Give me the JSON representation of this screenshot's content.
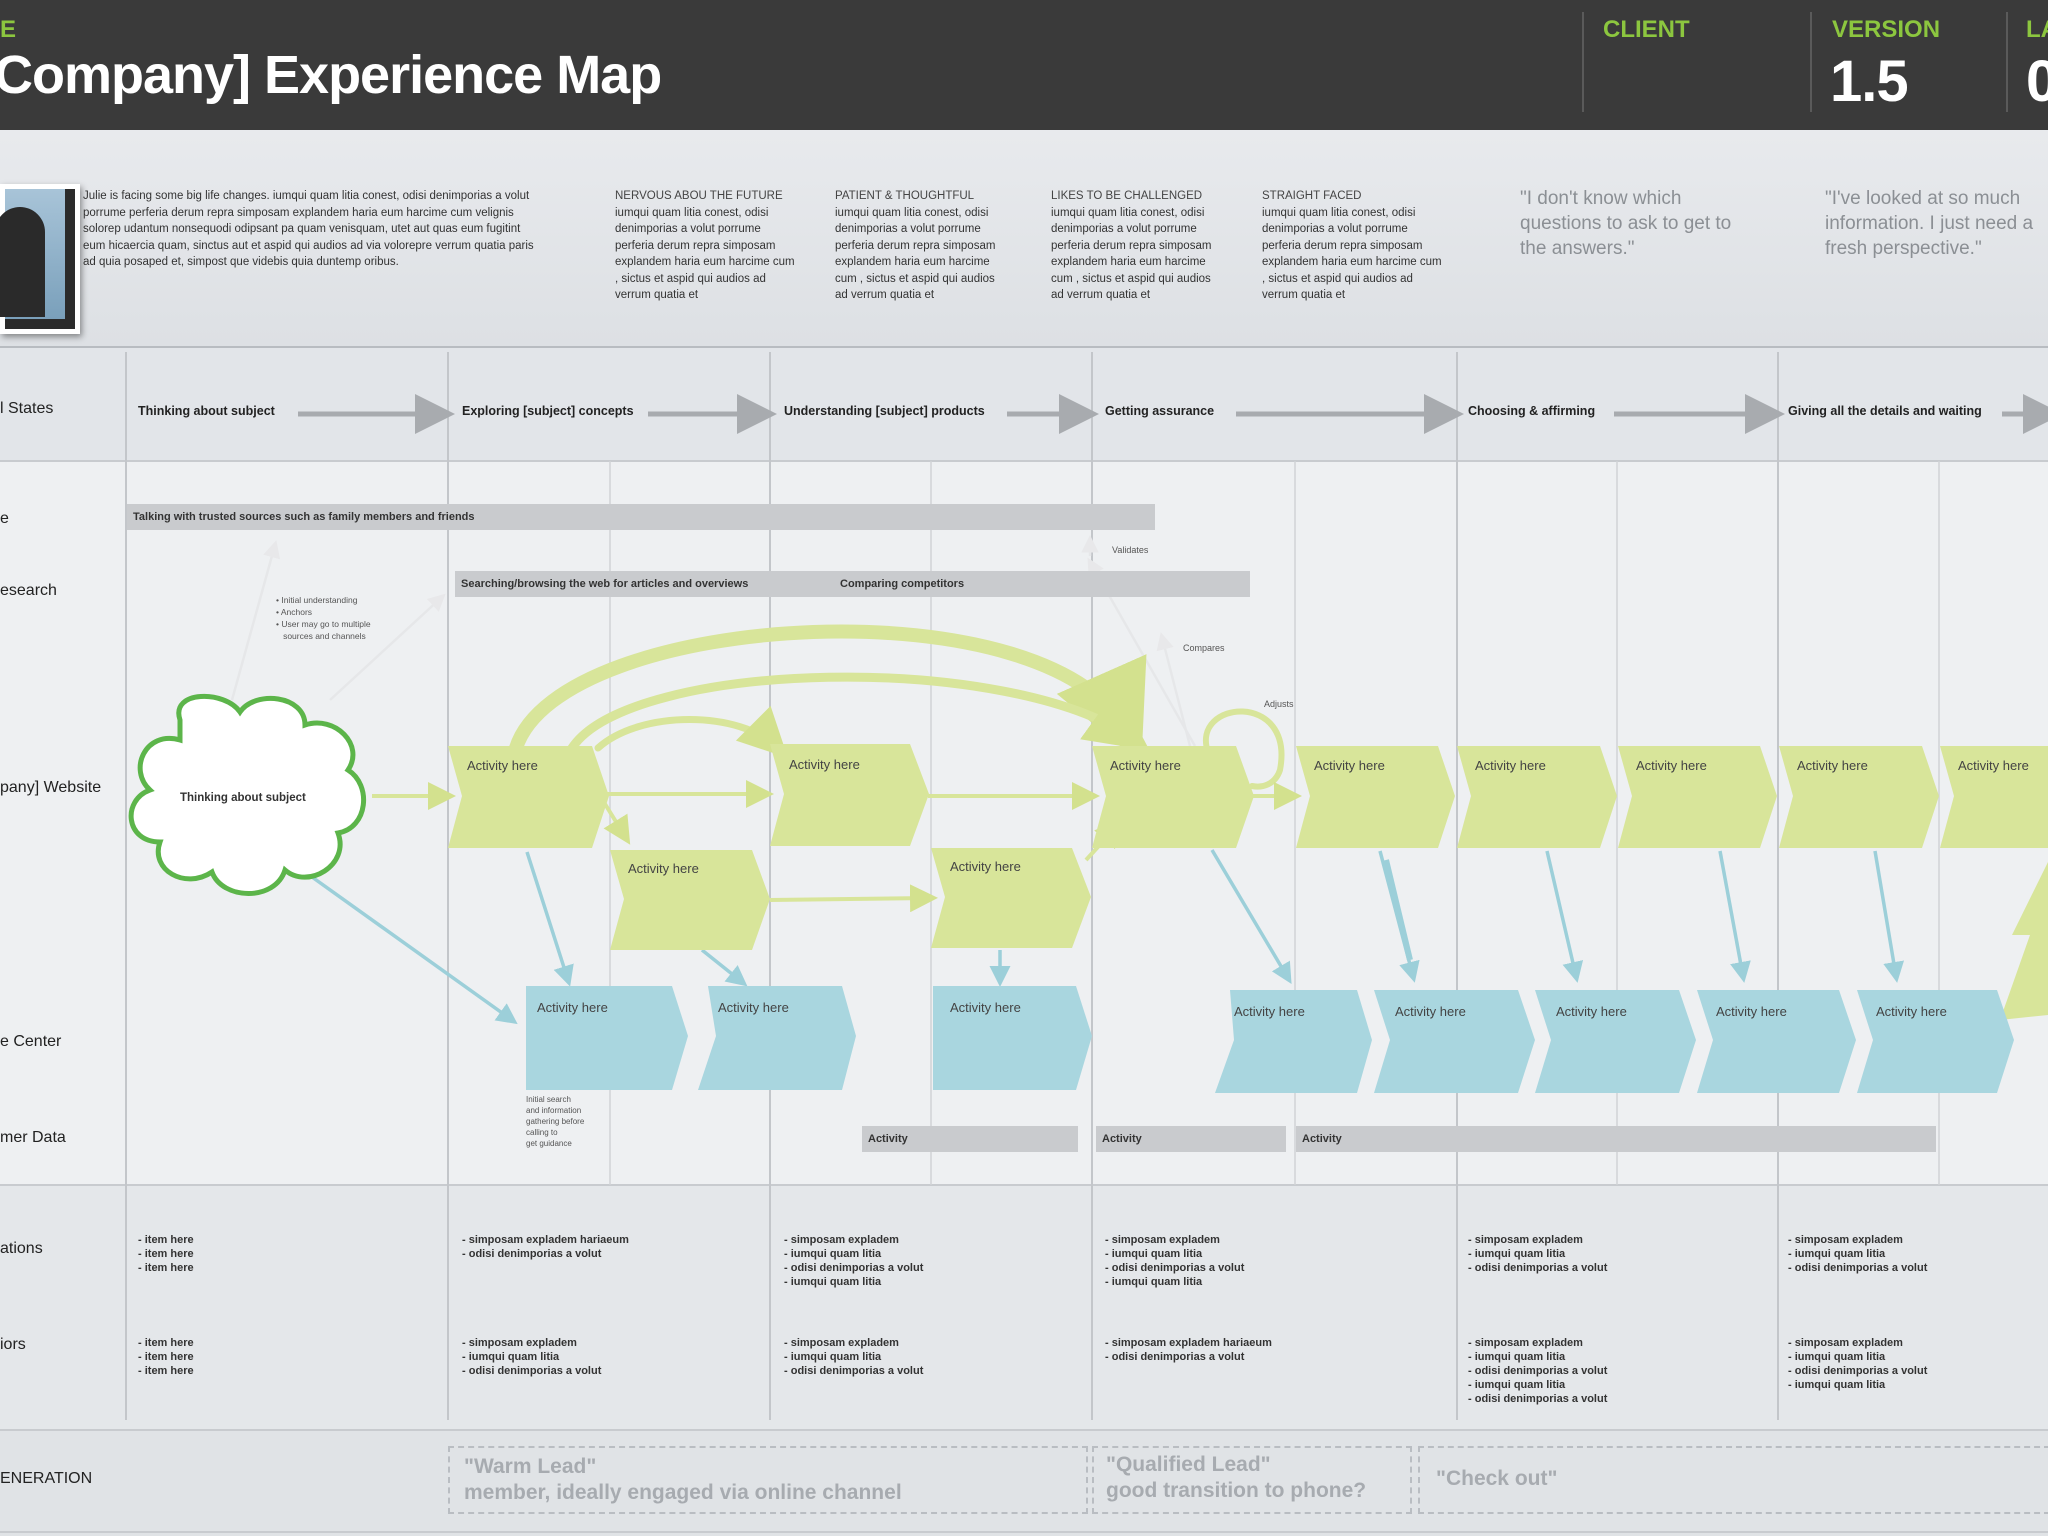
{
  "header": {
    "type_label": "E",
    "title": "Company] Experience Map",
    "client_label": "CLIENT",
    "client_value": "",
    "version_label": "VERSION",
    "version_value": "1.5",
    "last_label": "LA",
    "last_value": "0"
  },
  "persona": {
    "description": "Julie is facing some big life changes. iumqui quam litia conest, odisi denimporias a volut porrume perferia derum repra simposam explandem haria eum harcime cum velignis solorep udantum nonsequodi odipsant pa quam venisquam, utet aut quas eum fugitint eum hicaercia quam, sinctus aut et aspid qui audios ad via volorepre verrum quatia paris ad quia posaped et, simpost que videbis quia duntemp oribus.",
    "traits": [
      {
        "title": "NERVOUS ABOU THE FUTURE",
        "body": "iumqui quam litia conest, odisi denimporias a volut porrume perferia derum repra simposam explandem haria eum harcime cum , sictus et aspid qui audios ad verrum quatia et"
      },
      {
        "title": "PATIENT & THOUGHTFUL",
        "body": "iumqui quam litia conest, odisi denimporias a volut porrume perferia derum repra simposam explandem haria eum harcime cum , sictus et aspid qui audios ad verrum quatia et"
      },
      {
        "title": "LIKES TO BE CHALLENGED",
        "body": "iumqui quam litia conest, odisi denimporias a volut porrume perferia derum repra simposam explandem haria eum harcime cum , sictus et aspid qui audios ad verrum quatia et"
      },
      {
        "title": "STRAIGHT FACED",
        "body": "iumqui quam litia conest, odisi denimporias a volut porrume perferia derum repra simposam explandem haria eum harcime cum , sictus et aspid qui audios ad verrum quatia et"
      }
    ],
    "quotes": [
      "\"I don't know which questions to ask to get to the answers.\"",
      "\"I've looked at so much information. I just need a fresh perspective.\""
    ]
  },
  "rows": {
    "states": "l States",
    "people": "e",
    "research": "esearch",
    "website": "pany] Website",
    "center": "e Center",
    "customer_data": "mer Data",
    "motivations": "ations",
    "behaviors": "iors",
    "generation": "ENERATION"
  },
  "stages": [
    "Thinking about subject",
    "Exploring [subject] concepts",
    "Understanding [subject] products",
    "Getting assurance",
    "Choosing & affirming",
    "Giving all the details and waiting"
  ],
  "bars": {
    "trusted": "Talking with trusted sources such as family members and friends",
    "searching": "Searching/browsing the web for articles and overviews",
    "comparing": "Comparing competitors",
    "activity": "Activity"
  },
  "notes": {
    "initial": "• Initial understanding\n• Anchors\n• User may go to multiple\n   sources and channels",
    "validates": "Validates",
    "compares": "Compares",
    "adjusts": "Adjusts",
    "initial_search": "Initial search\nand information\ngathering before\ncalling to\nget guidance"
  },
  "cloud_label": "Thinking about subject",
  "activity_label": "Activity here",
  "lists": {
    "motivations": [
      "- item here\n- item here\n- item here",
      "- simposam expladem hariaeum\n- odisi denimporias a volut",
      "- simposam expladem\n- iumqui quam litia\n- odisi denimporias a volut\n- iumqui quam litia",
      "- simposam expladem\n- iumqui quam litia\n- odisi denimporias a volut\n- iumqui quam litia",
      "- simposam expladem\n- iumqui quam litia\n- odisi denimporias a volut",
      "- simposam expladem\n- iumqui quam litia\n- odisi denimporias a volut"
    ],
    "behaviors": [
      "- item here\n- item here\n- item here",
      "- simposam expladem\n- iumqui quam litia\n- odisi denimporias a volut",
      "- simposam expladem\n- iumqui quam litia\n- odisi denimporias a volut",
      "- simposam expladem hariaeum\n- odisi denimporias a volut",
      "- simposam expladem\n- iumqui quam litia\n- odisi denimporias a volut\n- iumqui quam litia\n- odisi denimporias a volut",
      "- simposam expladem\n- iumqui quam litia\n- odisi denimporias a volut\n- iumqui quam litia"
    ]
  },
  "leads": {
    "warm_title": "\"Warm Lead\"",
    "warm_sub": "member, ideally engaged via online channel",
    "qualified_title": "\"Qualified Lead\"",
    "qualified_sub": "good transition to phone?",
    "checkout": "\"Check out\""
  },
  "colors": {
    "header_bg": "#3a3a3a",
    "accent_green": "#8cc63f",
    "activity_green": "#d8e59a",
    "activity_blue": "#a9d6df",
    "cloud_border": "#5cb54a"
  }
}
